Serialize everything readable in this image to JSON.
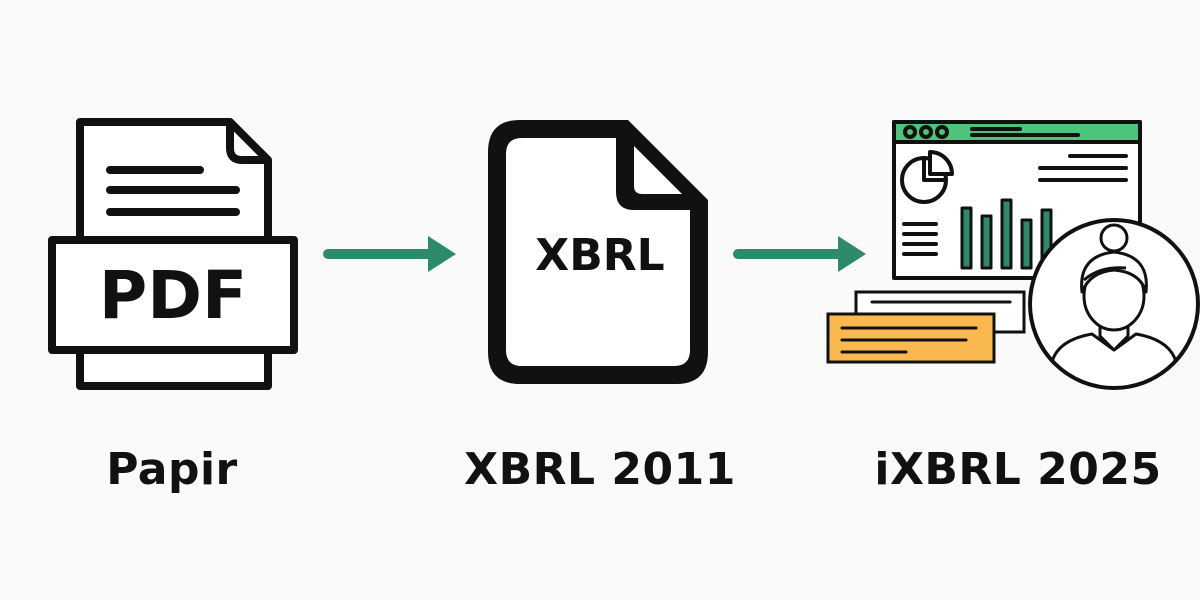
{
  "stages": [
    {
      "caption": "Papir",
      "document_label": "PDF"
    },
    {
      "caption": "XBRL 2011",
      "document_label": "XBRL"
    },
    {
      "caption": "iXBRL 2025"
    }
  ],
  "colors": {
    "background": "#fafafa",
    "outline": "#111111",
    "arrow": "#2e8b6a",
    "dashboard_header": "#4cc47a",
    "bar_fill": "#2e8b6a",
    "note_fill": "#f9b94e",
    "paper_fill": "#ffffff"
  },
  "icons": [
    "pdf-document-icon",
    "xbrl-document-icon",
    "dashboard-icon",
    "user-avatar-icon"
  ]
}
